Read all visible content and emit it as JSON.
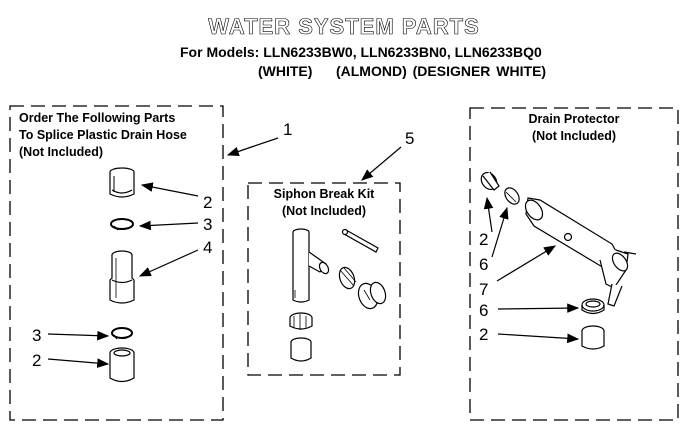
{
  "header": {
    "title": "WATER SYSTEM PARTS",
    "models_line": "For Models: LLN6233BW0, LLN6233BN0, LLN6233BQ0",
    "colors_line": "(WHITE)    (ALMOND) (DESIGNER WHITE)"
  },
  "boxes": {
    "splice": {
      "line1": "Order The Following Parts",
      "line2": "To Splice Plastic Drain Hose",
      "line3": "(Not Included)"
    },
    "siphon": {
      "line1": "Siphon Break Kit",
      "line2": "(Not Included)"
    },
    "drain": {
      "line1": "Drain Protector",
      "line2": "(Not Included)"
    }
  },
  "callouts": {
    "c1": "1",
    "c5": "5",
    "l2a": "2",
    "l3a": "3",
    "l4": "4",
    "l3b": "3",
    "l2b": "2",
    "r2a": "2",
    "r6a": "6",
    "r7": "7",
    "r6b": "6",
    "r2b": "2"
  }
}
